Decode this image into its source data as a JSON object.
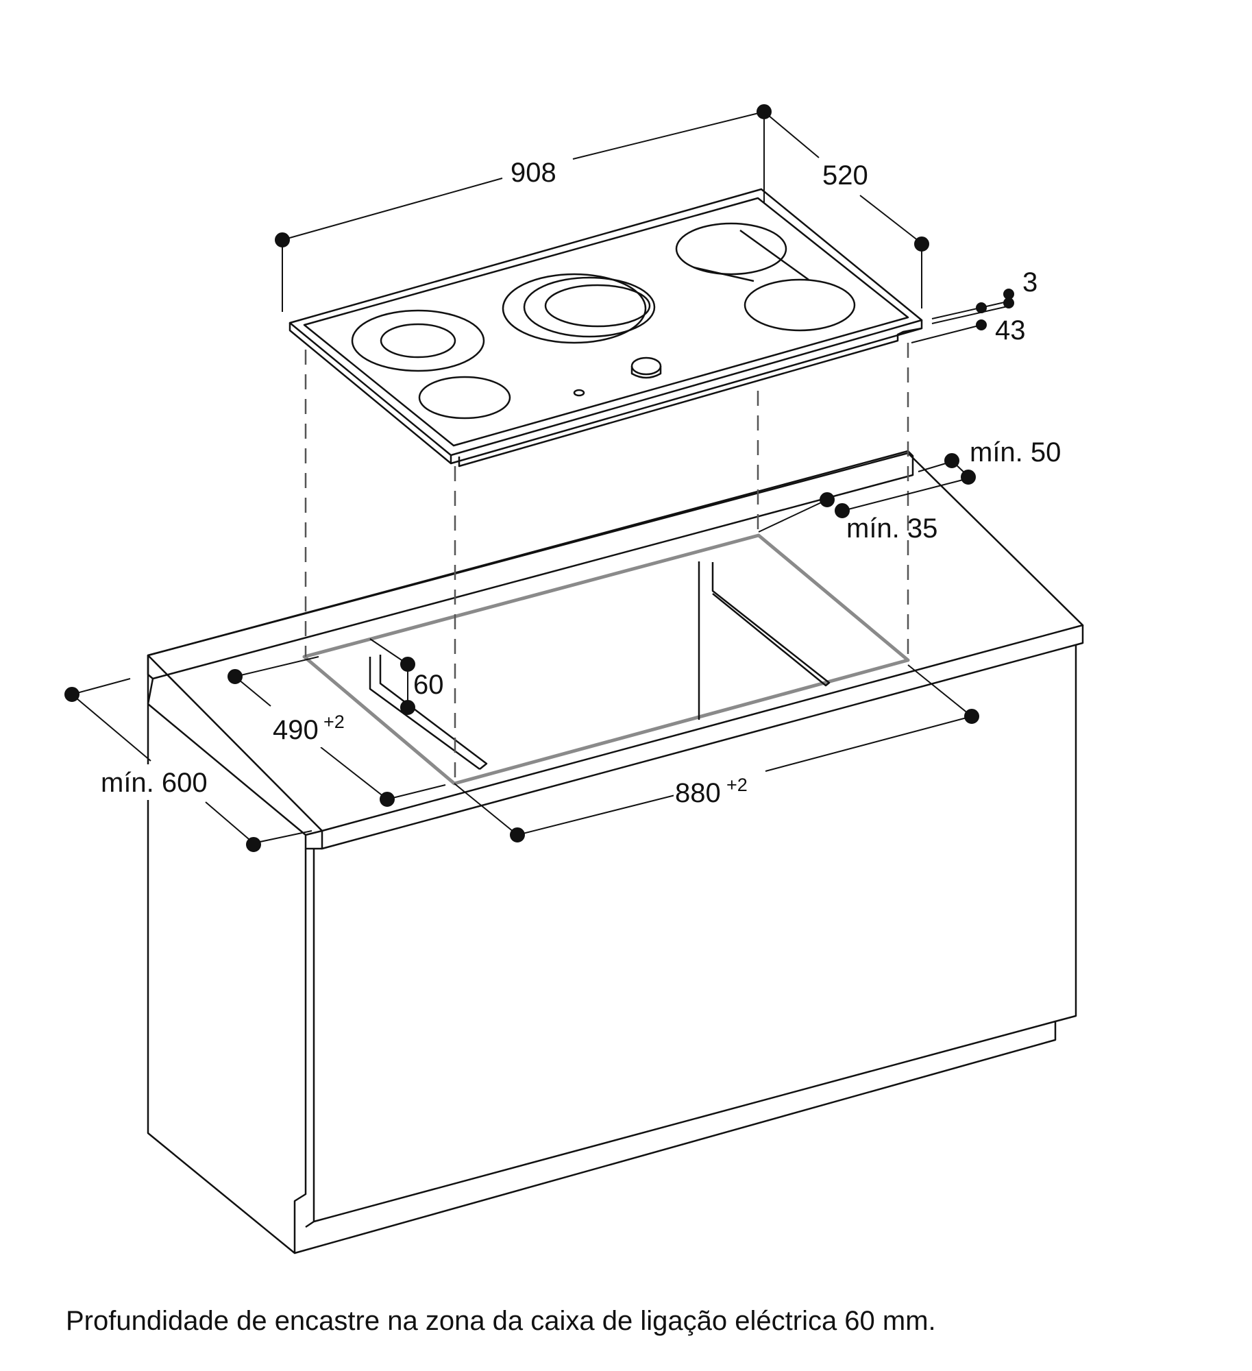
{
  "colors": {
    "line": "#111111",
    "cutout": "#8a8a8a",
    "background": "#ffffff"
  },
  "dimensions": {
    "hob_width": "908",
    "hob_depth": "520",
    "glass_thickness": "3",
    "hob_height": "43",
    "min_back": "mín. 50",
    "min_right": "mín. 35",
    "cutout_depth": "490",
    "cutout_depth_tol": "+2",
    "box_depth": "60",
    "cutout_width": "880",
    "cutout_width_tol": "+2",
    "counter_depth": "mín. 600"
  },
  "caption": "Profundidade de encastre na zona da caixa de ligação eléctrica 60 mm."
}
